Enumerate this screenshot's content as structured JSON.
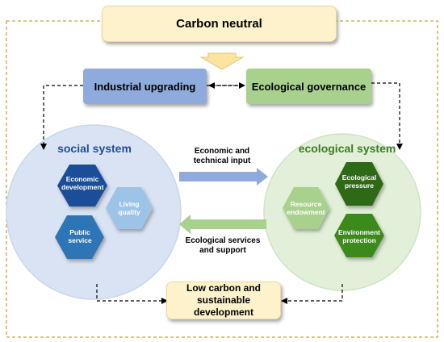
{
  "top": {
    "title": "Carbon neutral"
  },
  "drivers": {
    "left": "Industrial upgrading",
    "right": "Ecological governance"
  },
  "social": {
    "title": "social system",
    "hex_economic": "Economic development",
    "hex_living": "Living quality",
    "hex_public": "Public service"
  },
  "ecological": {
    "title": "ecological system",
    "hex_pressure": "Ecological pressure",
    "hex_resource": "Resource endowment",
    "hex_environment": "Environment protection"
  },
  "flows": {
    "to_ecological": "Economic and technical input",
    "to_social": "Ecological services and support"
  },
  "bottom": {
    "title": "Low carbon and sustainable development"
  },
  "colors": {
    "cream": "#fdf2cc",
    "cream_border": "#e6c56f",
    "blue_box": "#8faadc",
    "green_box": "#a9d18e",
    "social_fill": "#dae3f3",
    "eco_fill": "#e2f0d9",
    "dark_blue": "#1f4e99",
    "mid_blue": "#2e75b6",
    "light_blue": "#9dc3e6",
    "dark_green": "#2e6b14",
    "mid_green": "#3c8a1e",
    "light_green": "#a9d18e",
    "eco_title": "#3c7d22",
    "social_title": "#1f4e99",
    "frame": "#c4a34a"
  }
}
